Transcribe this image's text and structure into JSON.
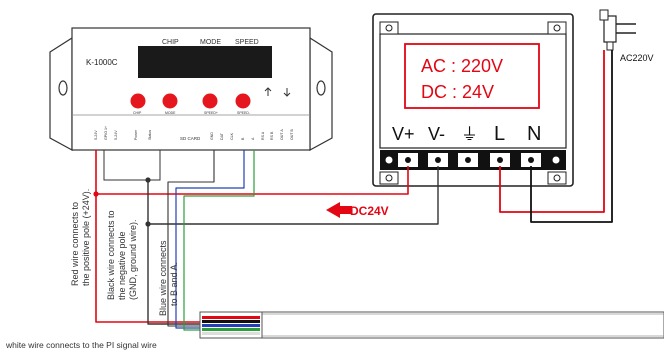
{
  "controller": {
    "model": "K-1000C",
    "header_labels": [
      "CHIP",
      "MODE",
      "SPEED"
    ],
    "button_labels": [
      "CHIP",
      "MODE",
      "SPEED+",
      "SPEED-"
    ],
    "port_labels": [
      "5-24V",
      "GPIO 1+",
      "5-24V",
      "Power",
      "Status",
      "GND",
      "DAT",
      "CLK",
      "B",
      "A"
    ],
    "sd_card": "SD CARD",
    "rs_labels": [
      "RS A",
      "RS B",
      "OUT A",
      "OUT B"
    ]
  },
  "power_supply": {
    "ac_label": "AC :  220V",
    "dc_label": "DC : 24V",
    "terminals": [
      "V+",
      "V-",
      "⏚",
      "L",
      "N"
    ]
  },
  "plug": {
    "label": "AC220V"
  },
  "dc_arrow": {
    "label": "DC24V"
  },
  "annotations": {
    "red_wire": [
      "Red wire connects to",
      "the positive pole (+24V)."
    ],
    "black_wire": [
      "Black wire connects to",
      "the negative pole",
      "(GND, ground wire)."
    ],
    "blue_wire": [
      "Blue wire connects",
      "to B and A."
    ],
    "white_wire": "white wire connects to the PI signal wire"
  },
  "colors": {
    "red": "#e30613",
    "green": "#2e9e3a",
    "blue": "#2340b8",
    "button_red": "#e5161d",
    "display": "#1a1a1a"
  }
}
